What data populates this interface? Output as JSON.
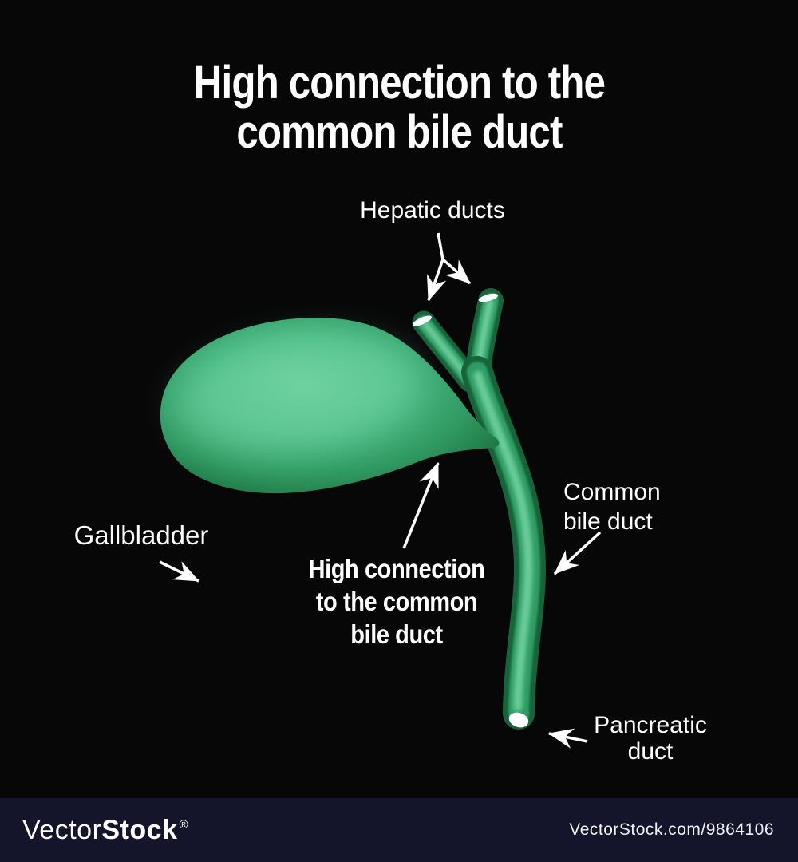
{
  "title": {
    "line1": "High connection to the",
    "line2": "common bile duct"
  },
  "annotations": {
    "hepatic_ducts": "Hepatic ducts",
    "gallbladder": "Gallbladder",
    "high_connection_line1": "High connection",
    "high_connection_line2": "to the common",
    "high_connection_line3": "bile duct",
    "common_bile_duct_line1": "Common",
    "common_bile_duct_line2": "bile duct",
    "pancreatic_duct_line1": "Pancreatic",
    "pancreatic_duct_line2": "duct"
  },
  "footer": {
    "brand_regular": "Vector",
    "brand_bold": "Stock",
    "registered_mark": "®",
    "attribution": "VectorStock.com/9864106"
  },
  "colors": {
    "background": "#070707",
    "footer_bar": "#14142a",
    "label_text": "#ffffff",
    "organ_highlight": "#74d6a5",
    "organ_mid": "#2f9b63",
    "organ_dark": "#17633a",
    "arrow": "#ffffff"
  }
}
